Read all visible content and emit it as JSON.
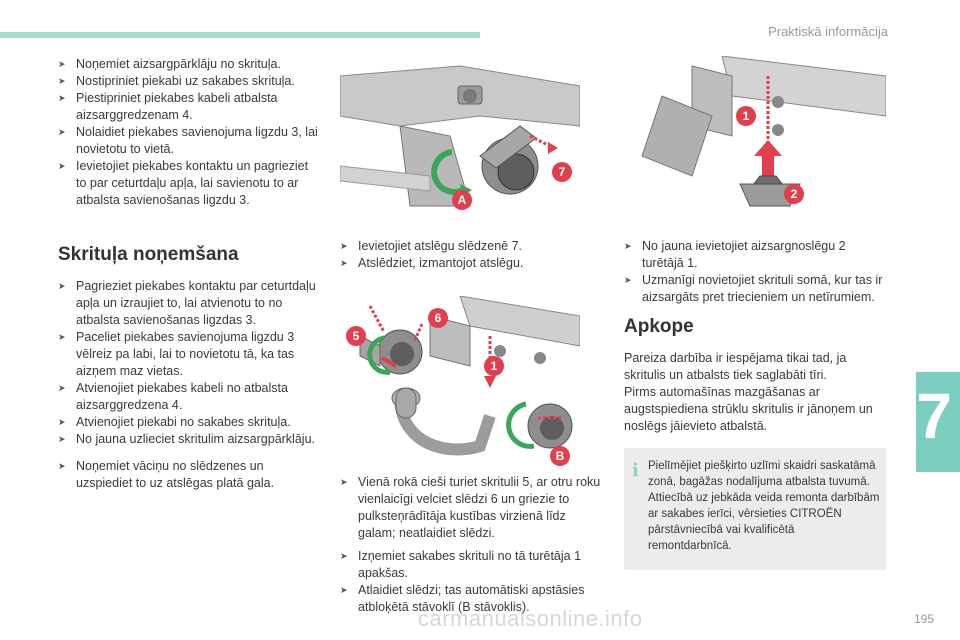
{
  "header": {
    "title": "Praktiskā informācija"
  },
  "chapter": {
    "number": "7"
  },
  "footer": {
    "page_number": "195",
    "watermark": "carmanualsonline.info"
  },
  "col1": {
    "top_items": [
      "Noņemiet aizsargpārklāju no skrituļa.",
      "Nostipriniet piekabi uz sakabes skrituļa.",
      "Piestipriniet piekabes kabeli atbalsta aizsarggredzenam 4.",
      "Nolaidiet piekabes savienojuma ligzdu 3, lai novietotu to vietā.",
      "Ievietojiet piekabes kontaktu un pagrieziet to par ceturtdaļu apļa, lai savienotu to ar atbalsta savienošanas ligzdu 3."
    ],
    "section_title": "Skrituļa noņemšana",
    "section_items": [
      "Pagrieziet piekabes kontaktu par ceturtdaļu apļa un izraujiet to, lai atvienotu to no atbalsta savienošanas ligzdas 3.",
      "Paceliet piekabes savienojuma ligzdu 3 vēlreiz pa labi, lai to novietotu tā, ka tas aizņem maz vietas.",
      "Atvienojiet piekabes kabeli no atbalsta aizsarggredzena 4.",
      "Atvienojiet piekabi no sakabes skrituļa.",
      "No jauna uzlieciet skritulim aizsargpārklāju."
    ],
    "last_item": "Noņemiet vāciņu no slēdzenes un uzspiediet to uz atslēgas platā gala."
  },
  "col2": {
    "items_a": [
      "Ievietojiet atslēgu slēdzenē 7.",
      "Atslēdziet, izmantojot atslēgu."
    ],
    "items_b": [
      "Vienā rokā cieši turiet skritulii 5, ar otru roku vienlaicīgi velciet slēdzi 6 un griezie to pulksteņrādītāja kustības virzienā līdz galam; neatlaidiet slēdzi."
    ],
    "items_c": [
      "Izņemiet sakabes skrituli no tā turētāja 1 apakšas.",
      "Atlaidiet slēdzi; tas automātiski apstāsies atbloķētā stāvoklī (B stāvoklis)."
    ]
  },
  "col3": {
    "items": [
      "No jauna ievietojiet aizsargnoslēgu 2 turētājā 1.",
      "Uzmanīgi novietojiet skrituli somā, kur tas ir aizsargāts pret triecieniem un netīrumiem."
    ],
    "section_title": "Apkope",
    "paragraph1": "Pareiza darbība ir iespējama tikai tad, ja skritulis un atbalsts tiek saglabāti tīri.",
    "paragraph2": "Pirms automašīnas mazgāšanas ar augstspiediena strūklu skritulis ir jānoņem un noslēgs jāievieto atbalstā.",
    "note_icon": "i",
    "note": "Pielīmējiet piešķirto uzlīmi skaidri saskatāmā zonā, bagāžas nodalījuma atbalsta tuvumā. Attiecībā uz jebkāda veida remonta darbībām ar sakabes ierīci, vērsieties CITROËN pārstāvniecībā vai kvalificētā remontdarbnīcā."
  },
  "figures": {
    "fig1_labels": [
      "7",
      "A"
    ],
    "fig2_labels": [
      "6",
      "5",
      "1",
      "B"
    ],
    "fig3_labels": [
      "1",
      "2"
    ]
  },
  "colors": {
    "accent": "#7ccfc0",
    "marker": "#e0404e",
    "arrow_green": "#3aa657"
  }
}
